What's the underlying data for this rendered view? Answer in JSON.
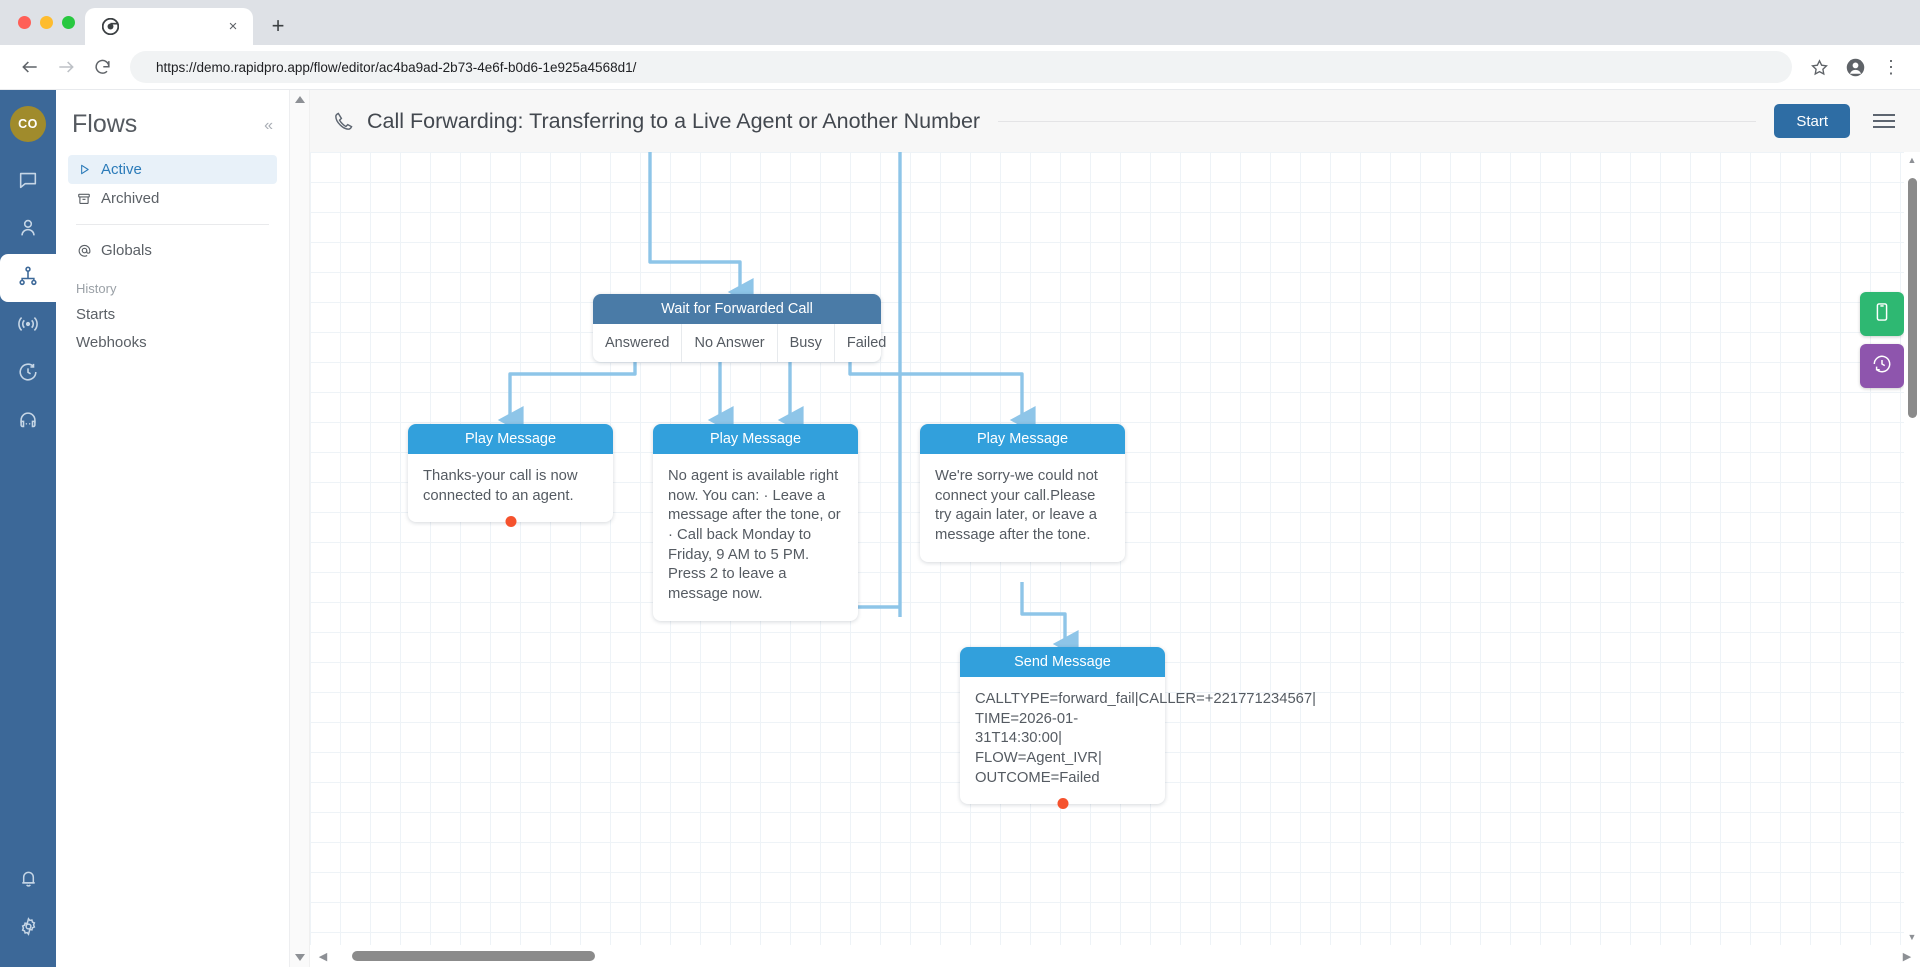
{
  "browser": {
    "tab": {
      "title": "",
      "favicon": "chrome-logo-icon",
      "close": "×"
    },
    "new_tab": "+",
    "nav": {
      "back": "←",
      "forward": "→",
      "reload": "⟳"
    },
    "url": "https://demo.rapidpro.app/flow/editor/ac4ba9ad-2b73-4e6f-b0d6-1e925a4568d1/",
    "actions": {
      "bookmark": "star-icon",
      "profile": "profile-icon",
      "menu": "⋮"
    }
  },
  "rail": {
    "avatar": "CO",
    "items": [
      {
        "name": "messages",
        "icon": "chat-bubble-icon",
        "active": false
      },
      {
        "name": "contacts",
        "icon": "person-icon",
        "active": false
      },
      {
        "name": "flows",
        "icon": "flow-nodes-icon",
        "active": true
      },
      {
        "name": "campaigns",
        "icon": "broadcast-icon",
        "active": false
      },
      {
        "name": "tickets",
        "icon": "clock-history-icon",
        "active": false
      },
      {
        "name": "support",
        "icon": "headset-icon",
        "active": false
      }
    ],
    "bottom": [
      {
        "name": "notifications",
        "icon": "bell-icon"
      },
      {
        "name": "settings",
        "icon": "gear-icon"
      }
    ]
  },
  "sidebar": {
    "title": "Flows",
    "collapse_icon": "«",
    "items": [
      {
        "label": "Active",
        "icon": "play-triangle-icon",
        "selected": true
      },
      {
        "label": "Archived",
        "icon": "archive-box-icon",
        "selected": false
      },
      {
        "label": "Globals",
        "icon": "at-sign-icon",
        "selected": false
      }
    ],
    "history_group": "History",
    "history_items": [
      {
        "label": "Starts"
      },
      {
        "label": "Webhooks"
      }
    ]
  },
  "flow_header": {
    "icon": "phone-handset-icon",
    "title": "Call Forwarding: Transferring to a Live Agent or Another Number",
    "start_label": "Start",
    "menu_icon": "hamburger-menu-icon"
  },
  "float_buttons": [
    {
      "name": "simulator",
      "icon": "mobile-device-icon",
      "color": "#2eb872"
    },
    {
      "name": "revision-history",
      "icon": "clock-rewind-icon",
      "color": "#8e55ad"
    }
  ],
  "nodes": {
    "wait": {
      "title": "Wait for Forwarded Call",
      "exits": [
        "Answered",
        "No Answer",
        "Busy",
        "Failed"
      ]
    },
    "play1": {
      "title": "Play Message",
      "body": "Thanks-your call is now connected to an agent.",
      "has_dot": true
    },
    "play2": {
      "title": "Play Message",
      "body": "No agent is available right now. You can: · Leave a message after the tone, or · Call back Monday to Friday, 9 AM to 5 PM. Press 2 to leave a message now.",
      "has_dot": false
    },
    "play3": {
      "title": "Play Message",
      "body": "We're sorry-we could not connect your call.Please try again later, or leave a message after the tone.",
      "has_dot": false
    },
    "send": {
      "title": "Send Message",
      "body": "CALLTYPE=forward_fail|CALLER=+221771234567|\nTIME=2026-01-31T14:30:00|\nFLOW=Agent_IVR|\nOUTCOME=Failed",
      "has_dot": true
    }
  },
  "colors": {
    "rail_bg": "#3c6898",
    "node_header_dark": "#4a7ba7",
    "node_header_light": "#32a0dc",
    "connector": "#8ec5e8",
    "exit_dot": "#f5522d",
    "start_button": "#2e6da4",
    "avatar": "#a08b2c"
  },
  "scroll": {
    "h_left_arrow": "◀",
    "h_right_arrow": "▶",
    "v_up_arrow": "▲",
    "v_down_arrow": "▼"
  }
}
